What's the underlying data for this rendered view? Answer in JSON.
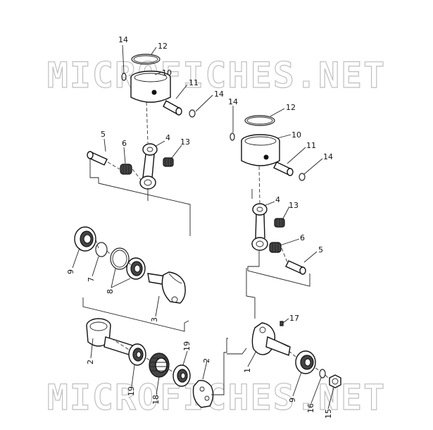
{
  "watermark": {
    "top": "MICROFICHES.NET",
    "bottom": "MICROFICHES.NET"
  },
  "callouts": [
    {
      "id": "c14a",
      "text": "14"
    },
    {
      "id": "c12a",
      "text": "12"
    },
    {
      "id": "c10a",
      "text": "10"
    },
    {
      "id": "c11a",
      "text": "11"
    },
    {
      "id": "c14b",
      "text": "14"
    },
    {
      "id": "c5a",
      "text": "5"
    },
    {
      "id": "c6a",
      "text": "6"
    },
    {
      "id": "c4a",
      "text": "4"
    },
    {
      "id": "c13a",
      "text": "13"
    },
    {
      "id": "c14c",
      "text": "14"
    },
    {
      "id": "c12b",
      "text": "12"
    },
    {
      "id": "c10b",
      "text": "10"
    },
    {
      "id": "c11b",
      "text": "11"
    },
    {
      "id": "c14d",
      "text": "14"
    },
    {
      "id": "c4b",
      "text": "4"
    },
    {
      "id": "c13b",
      "text": "13"
    },
    {
      "id": "c6b",
      "text": "6"
    },
    {
      "id": "c5b",
      "text": "5"
    },
    {
      "id": "c9a",
      "text": "9"
    },
    {
      "id": "c7",
      "text": "7"
    },
    {
      "id": "c8",
      "text": "8"
    },
    {
      "id": "c3",
      "text": "3"
    },
    {
      "id": "c2a",
      "text": "2"
    },
    {
      "id": "c19a",
      "text": "19"
    },
    {
      "id": "c19b",
      "text": "19"
    },
    {
      "id": "c18",
      "text": "18"
    },
    {
      "id": "c2b",
      "text": "2"
    },
    {
      "id": "c1",
      "text": "1"
    },
    {
      "id": "c17",
      "text": "17"
    },
    {
      "id": "c9b",
      "text": "9"
    },
    {
      "id": "c16",
      "text": "16"
    },
    {
      "id": "c15",
      "text": "15"
    }
  ]
}
